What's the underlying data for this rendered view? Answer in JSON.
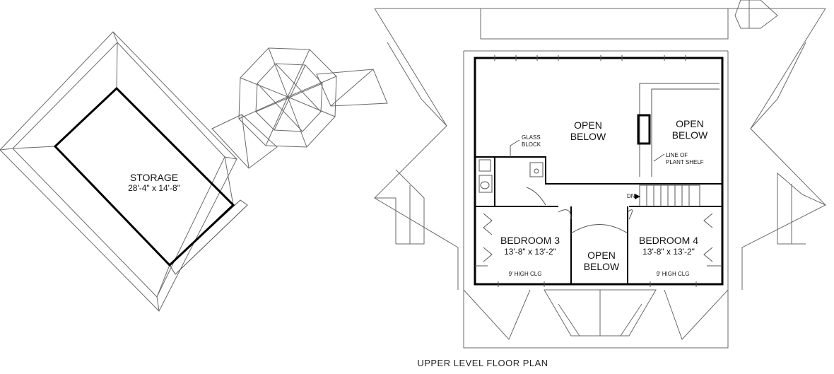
{
  "plan": {
    "caption": "UPPER LEVEL FLOOR PLAN",
    "storage": {
      "name": "STORAGE",
      "size": "28'-4\" x 14'-8\""
    },
    "open_below_main": [
      "OPEN",
      "BELOW"
    ],
    "open_below_right": [
      "OPEN",
      "BELOW"
    ],
    "open_below_center": [
      "OPEN",
      "BELOW"
    ],
    "glass_block": [
      "GLASS",
      "BLOCK"
    ],
    "plant_shelf": [
      "LINE OF",
      "PLANT SHELF"
    ],
    "stair_label": "DN",
    "bedroom3": {
      "name": "BEDROOM 3",
      "size": "13'-8\" x 13'-2\"",
      "ceiling": "9' HIGH CLG"
    },
    "bedroom4": {
      "name": "BEDROOM 4",
      "size": "13'-8\" x 13'-2\"",
      "ceiling": "9' HIGH CLG"
    }
  }
}
